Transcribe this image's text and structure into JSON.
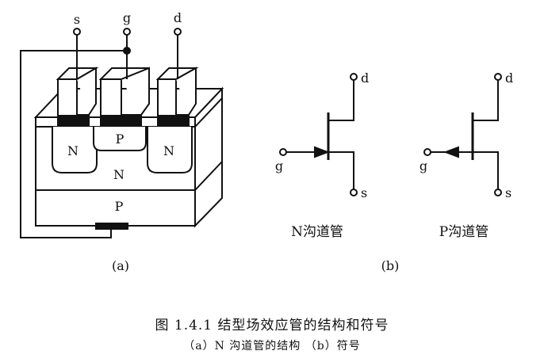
{
  "structure": {
    "terminal_s": "s",
    "terminal_g": "g",
    "terminal_d": "d",
    "region_n_left": "N",
    "region_p_gate": "P",
    "region_n_right": "N",
    "region_n_body": "N",
    "region_p_substrate": "P",
    "sublabel": "(a)"
  },
  "symbols": {
    "n_channel": {
      "d": "d",
      "g": "g",
      "s": "s",
      "name": "N沟道管"
    },
    "p_channel": {
      "d": "d",
      "g": "g",
      "s": "s",
      "name": "P沟道管"
    },
    "sublabel": "(b)"
  },
  "caption": {
    "title": "图 1.4.1   结型场效应管的结构和符号",
    "subtitle": "（a）N 沟道管的结构  （b）符号"
  }
}
